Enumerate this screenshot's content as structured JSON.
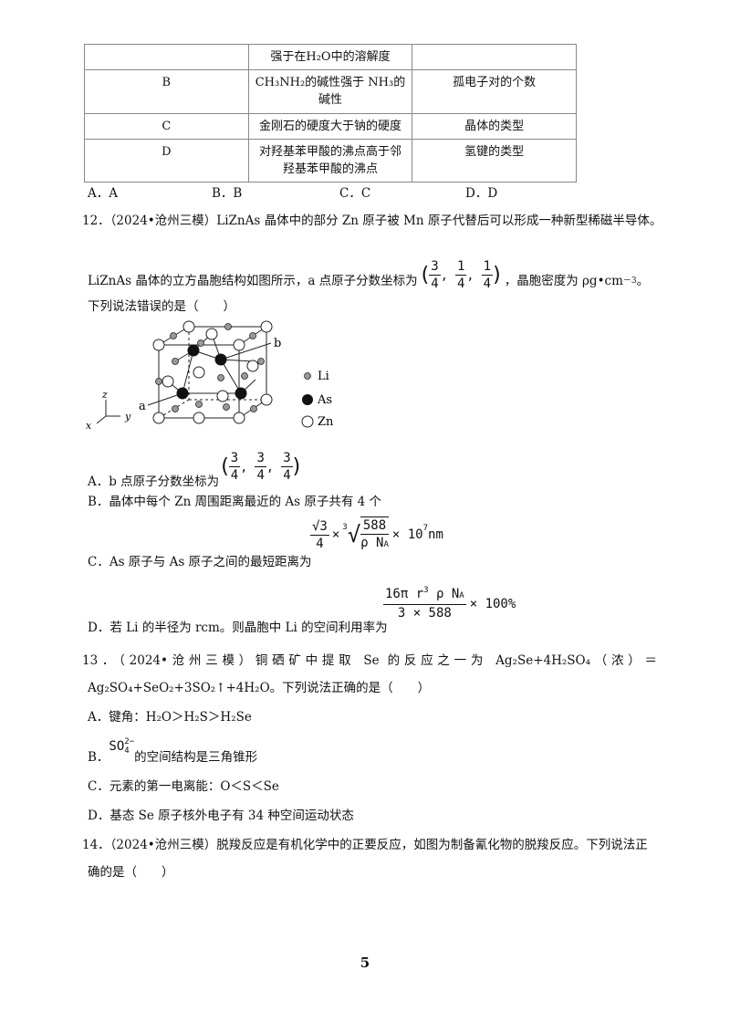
{
  "table": {
    "rows": [
      {
        "col1": "",
        "col2": "强于在H₂O中的溶解度",
        "col3": ""
      },
      {
        "col1": "B",
        "col2": "CH₃NH₂的碱性强于 NH₃的碱性",
        "col3": "孤电子对的个数"
      },
      {
        "col1": "C",
        "col2": "金刚石的硬度大于钠的硬度",
        "col3": "晶体的类型"
      },
      {
        "col1": "D",
        "col2": "对羟基苯甲酸的沸点高于邻羟基苯甲酸的沸点",
        "col3": "氢键的类型"
      }
    ]
  },
  "q11_options": [
    "A．A",
    "B．B",
    "C．C",
    "D．D"
  ],
  "q12": {
    "line1": "12．（2024•沧州三模）LiZnAs 晶体中的部分 Zn 原子被 Mn 原子代替后可以形成一种新型稀磁半导体。",
    "line2a": "LiZnAs 晶体的立方晶胞结构如图所示，a 点原子分数坐标为",
    "coord_a": [
      "3",
      "4",
      "1",
      "4",
      "1",
      "4"
    ],
    "line2b": "，晶胞密度为 ρg•cm",
    "line2b_sup": "－3",
    "line2c": "。",
    "line3": "下列说法错误的是（　　）",
    "figure": {
      "label_b": "b",
      "label_a": "a",
      "axis_z": "z",
      "axis_y": "y",
      "axis_x": "x",
      "legend": [
        "Li",
        "As",
        "Zn"
      ]
    },
    "optA_text": "A．b 点原子分数坐标为",
    "coord_b": [
      "3",
      "4",
      "3",
      "4",
      "3",
      "4"
    ],
    "optB": "B．晶体中每个 Zn 周围距离最近的 As 原子共有 4 个",
    "optC_formula": {
      "sqrt3": "√3",
      "den": "4",
      "times": "×",
      "root_index": "3",
      "num588": "588",
      "rhoNA": "ρ N",
      "sub_A": "A",
      "tail": "× 10",
      "exp": "7",
      "unit": "nm"
    },
    "optC_text": "C．As 原子与 As 原子之间的最短距离为",
    "optD_formula": {
      "num": "16π r",
      "num_exp": "3",
      "num_tail": " ρ N",
      "num_sub": "A",
      "den": "3 × 588",
      "tail": "× 100%"
    },
    "optD_text": "D．若 Li 的半径为 rcm。则晶胞中 Li 的空间利用率为"
  },
  "q13": {
    "line1": "13．（2024•沧州三模）铜硒矿中提取 Se 的反应之一为 Ag₂Se+4H₂SO₄（浓）＝",
    "line2": "Ag₂SO₄+SeO₂+3SO₂↑+4H₂O。下列说法正确的是（　　）",
    "optA": "A．键角：H₂O＞H₂S＞H₂Se",
    "optB_prefix": "B．",
    "optB_ion": "SO",
    "optB_charge": "2−",
    "optB_sub": "4",
    "optB_text": "的空间结构是三角锥形",
    "optC": "C．元素的第一电离能：O＜S＜Se",
    "optD": "D．基态 Se 原子核外电子有 34 种空间运动状态"
  },
  "q14": {
    "line1": "14．（2024•沧州三模）脱羧反应是有机化学中的正要反应，如图为制备氰化物的脱羧反应。下列说法正",
    "line2": "确的是（　　）"
  },
  "page_number": "5"
}
